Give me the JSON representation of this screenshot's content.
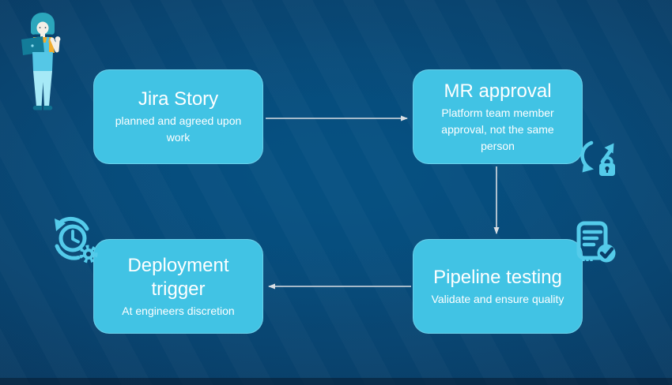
{
  "diagram": {
    "nodes": [
      {
        "id": "jira-story",
        "title": "Jira Story",
        "subtitle": "planned and agreed upon work"
      },
      {
        "id": "mr-approval",
        "title": "MR approval",
        "subtitle": "Platform team member approval, not the same person"
      },
      {
        "id": "pipeline-testing",
        "title": "Pipeline testing",
        "subtitle": "Validate and ensure quality"
      },
      {
        "id": "deployment-trigger",
        "title": "Deployment trigger",
        "subtitle": "At engineers discretion"
      }
    ],
    "edges": [
      {
        "from": "jira-story",
        "to": "mr-approval",
        "direction": "right"
      },
      {
        "from": "mr-approval",
        "to": "pipeline-testing",
        "direction": "down"
      },
      {
        "from": "pipeline-testing",
        "to": "deployment-trigger",
        "direction": "left"
      }
    ],
    "icons": [
      {
        "name": "developer-illustration",
        "meaning": "person holding laptop"
      },
      {
        "name": "secure-review-icon",
        "meaning": "sync arrows with lock"
      },
      {
        "name": "report-check-icon",
        "meaning": "document with checkmark"
      },
      {
        "name": "scheduled-deploy-icon",
        "meaning": "clock with refresh arrows and gear"
      }
    ],
    "colors": {
      "node_fill": "#41C3E4",
      "node_text": "#FFFFFF",
      "icon": "#54CBEA",
      "arrow": "#D9DEE3",
      "background_center": "#065081",
      "background_edge": "#092C4E"
    }
  }
}
